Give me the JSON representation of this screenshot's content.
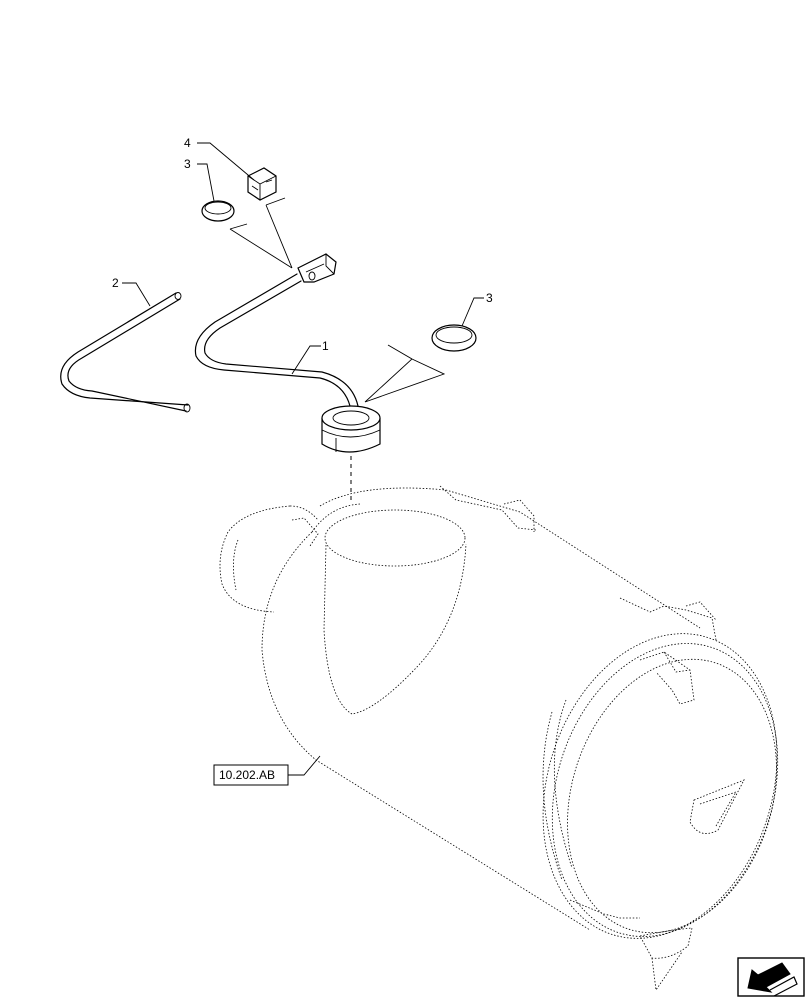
{
  "callouts": {
    "part1": "1",
    "part2": "2",
    "part3_upper": "3",
    "part3_right": "3",
    "part4": "4"
  },
  "reference_box": "10.202.AB",
  "icons": {
    "nav": "arrow-left-down-icon"
  }
}
